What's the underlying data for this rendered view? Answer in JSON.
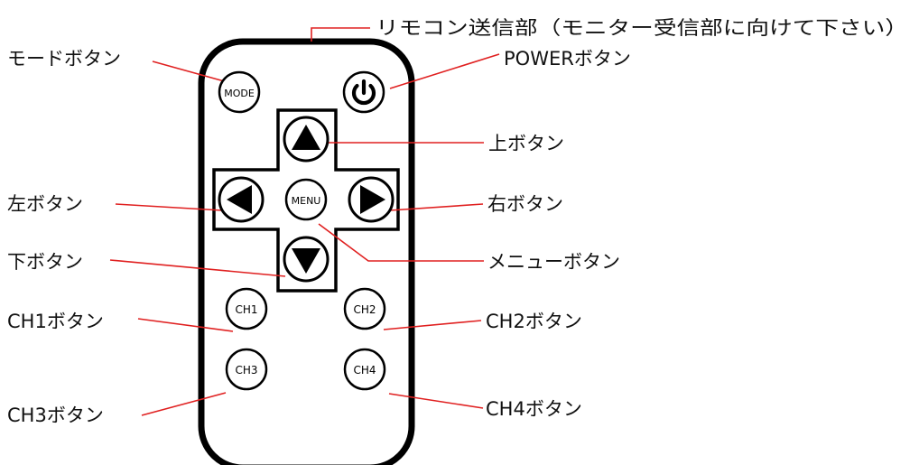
{
  "colors": {
    "leader_line": "#e02020",
    "outline": "#000000",
    "background": "#ffffff"
  },
  "labels": {
    "ir_emitter": "リモコン送信部（モニター受信部に向けて下さい）",
    "mode": "モードボタン",
    "power": "POWERボタン",
    "up": "上ボタン",
    "left": "左ボタン",
    "right": "右ボタン",
    "menu": "メニューボタン",
    "down": "下ボタン",
    "ch1": "CH1ボタン",
    "ch2": "CH2ボタン",
    "ch3": "CH3ボタン",
    "ch4": "CH4ボタン"
  },
  "button_text": {
    "mode": "MODE",
    "menu": "MENU",
    "ch1": "CH1",
    "ch2": "CH2",
    "ch3": "CH3",
    "ch4": "CH4"
  },
  "icons": {
    "power": "power-icon",
    "up": "triangle-up-icon",
    "down": "triangle-down-icon",
    "left": "triangle-left-icon",
    "right": "triangle-right-icon"
  }
}
